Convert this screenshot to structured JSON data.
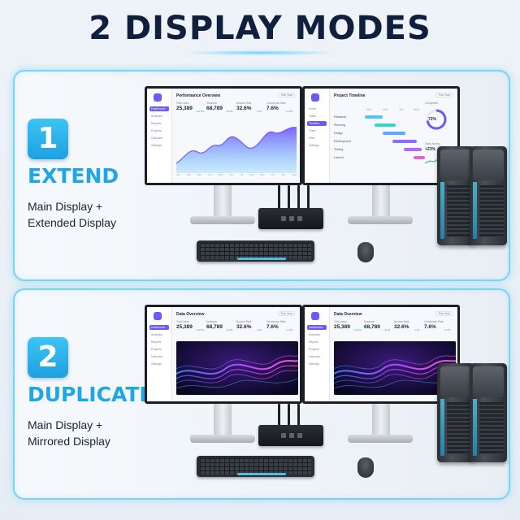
{
  "title": "2 DISPLAY MODES",
  "modes": [
    {
      "number": "1",
      "name": "EXTEND",
      "desc_line1": "Main Display +",
      "desc_line2": "Extended Display",
      "left_screen": {
        "title": "Performance Overview",
        "filter": "This Year",
        "sidebar": [
          "Dashboard",
          "Analytics",
          "Reports",
          "Projects",
          "Calendar",
          "Settings"
        ],
        "stats": [
          {
            "label": "Total Users",
            "value": "25,389",
            "delta": "+12.5%"
          },
          {
            "label": "Sessions",
            "value": "68,789",
            "delta": "+8.2%"
          },
          {
            "label": "Bounce Rate",
            "value": "32.6%",
            "delta": "-4.1%"
          },
          {
            "label": "Conversion Rate",
            "value": "7.6%",
            "delta": "+2.3%"
          }
        ],
        "months": [
          "Jan",
          "Feb",
          "Mar",
          "Apr",
          "May",
          "Jun",
          "Jul",
          "Aug",
          "Sep",
          "Oct",
          "Nov",
          "Dec"
        ]
      },
      "right_screen": {
        "title": "Project Timeline",
        "filter": "This Year",
        "sidebar": [
          "Home",
          "Tasks",
          "Timeline",
          "Team",
          "Files",
          "Settings"
        ],
        "gantt_header": [
          "MAY",
          "JUN",
          "JUL",
          "AUG"
        ],
        "tasks": [
          "Research",
          "Planning",
          "Design",
          "Development",
          "Testing",
          "Launch"
        ],
        "progress_label": "Completion",
        "progress_value": "72%",
        "trend_label": "Team Activity",
        "trend_value": "+23%"
      }
    },
    {
      "number": "2",
      "name": "DUPLICATE",
      "desc_line1": "Main Display +",
      "desc_line2": "Mirrored Display",
      "screen": {
        "title": "Data Overview",
        "filter": "This Year",
        "sidebar": [
          "Dashboard",
          "Analytics",
          "Reports",
          "Projects",
          "Calendar",
          "Settings"
        ],
        "stats": [
          {
            "label": "Total Users",
            "value": "25,389",
            "delta": "+12.5%"
          },
          {
            "label": "Sessions",
            "value": "68,789",
            "delta": "+8.2%"
          },
          {
            "label": "Bounce Rate",
            "value": "32.6%",
            "delta": "-4.1%"
          },
          {
            "label": "Conversion Rate",
            "value": "7.6%",
            "delta": "+2.3%"
          }
        ]
      }
    }
  ],
  "colors": {
    "title": "#0f1f3d",
    "accent": "#1ea6e6",
    "panel_border": "#7ad3f2",
    "chart_purple": "#6a5af9"
  }
}
